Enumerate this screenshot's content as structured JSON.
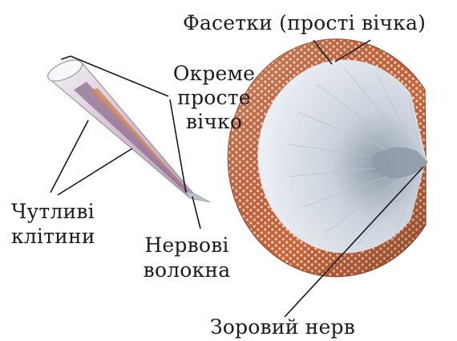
{
  "labels": {
    "facets": "Фасетки (прості вічка)",
    "single_eye": [
      "Окреме",
      "просте",
      "вічко"
    ],
    "sensitive_cells": [
      "Чутливі",
      "клітини"
    ],
    "nerve_fibers": [
      "Нервові",
      "волокна"
    ],
    "optic_nerve": "Зоровий нерв"
  },
  "colors": {
    "facet_orange": "#c8693f",
    "facet_highlight": "#f1d2c2",
    "lens_pale": "#eef1f5",
    "nerve_gray": "#8c99a5",
    "cell_purple": "#8f6c90",
    "leader_line": "#1a1a1a"
  }
}
